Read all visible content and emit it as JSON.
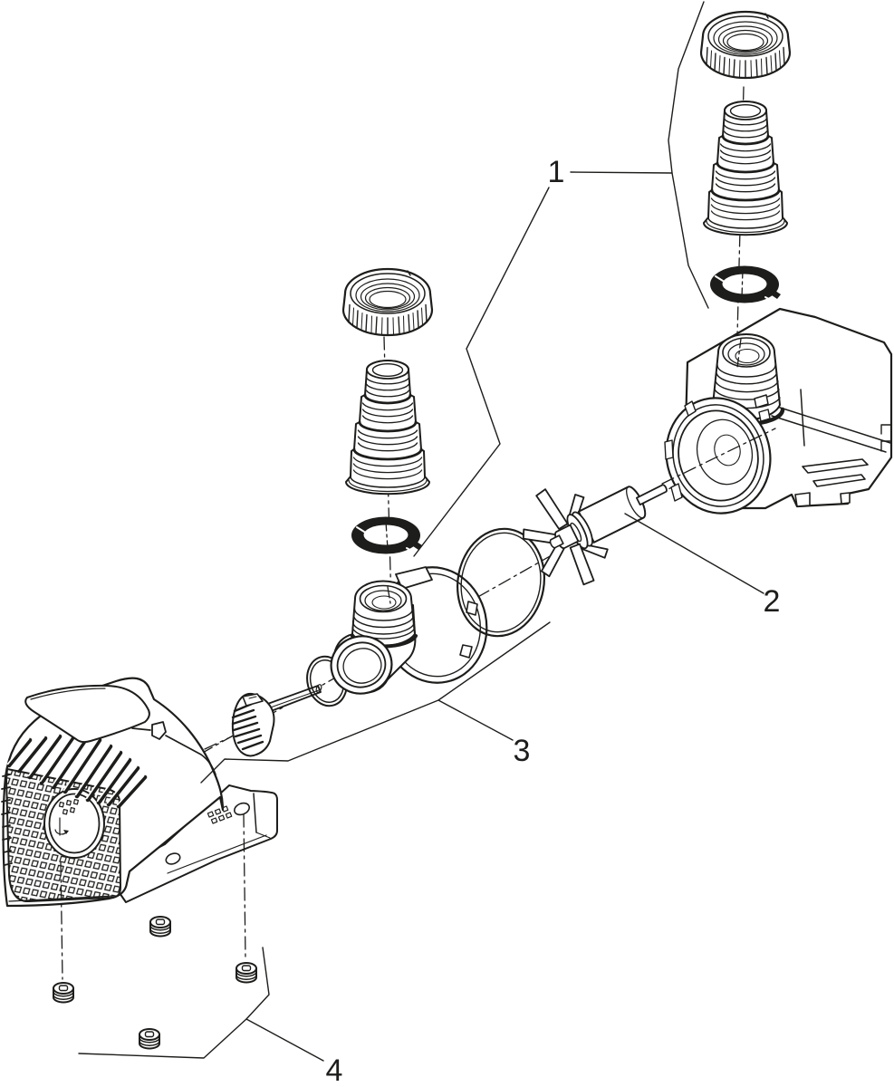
{
  "diagram": {
    "background": "#ffffff",
    "line_color": "#1d1d1b",
    "callouts": [
      {
        "label": "1"
      },
      {
        "label": "2"
      },
      {
        "label": "3"
      },
      {
        "label": "4"
      }
    ]
  }
}
